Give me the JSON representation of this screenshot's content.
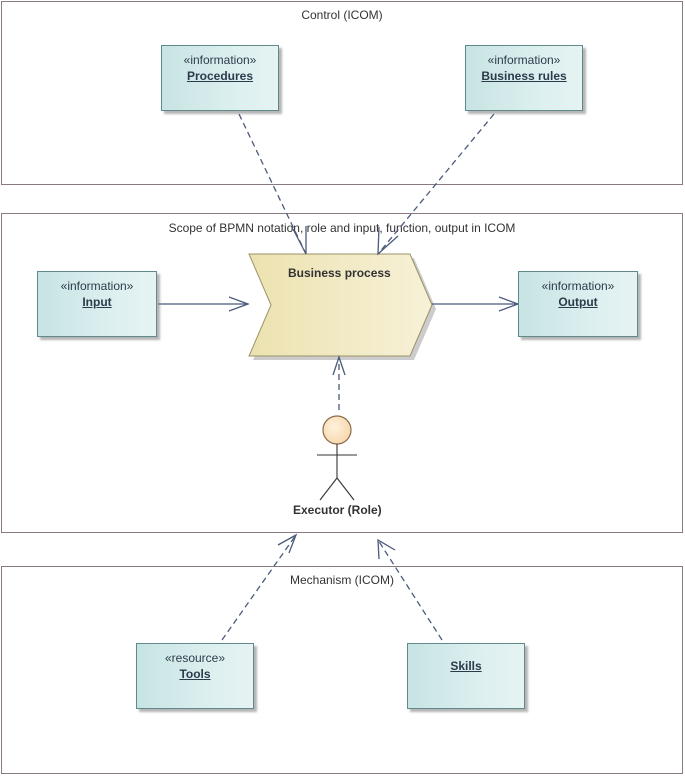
{
  "regions": {
    "control": "Control (ICOM)",
    "scope": "Scope of BPMN notation, role and input, function, output in ICOM",
    "mechanism": "Mechanism (ICOM)"
  },
  "blocks": {
    "procedures": {
      "stereotype": "«information»",
      "name": "Procedures"
    },
    "business_rules": {
      "stereotype": "«information»",
      "name": "Business rules"
    },
    "input": {
      "stereotype": "«information»",
      "name": "Input"
    },
    "output": {
      "stereotype": "«information»",
      "name": "Output"
    },
    "tools": {
      "stereotype": "«resource»",
      "name": "Tools"
    },
    "skills": {
      "name": "Skills"
    }
  },
  "process": {
    "name": "Business process"
  },
  "actor": {
    "name": "Executor (Role)"
  },
  "colors": {
    "block_fill": "#c7e3e3",
    "process_fill": "#f0e8bc",
    "actor_fill": "#fbe3c3",
    "region_border": "#8a7a80"
  }
}
